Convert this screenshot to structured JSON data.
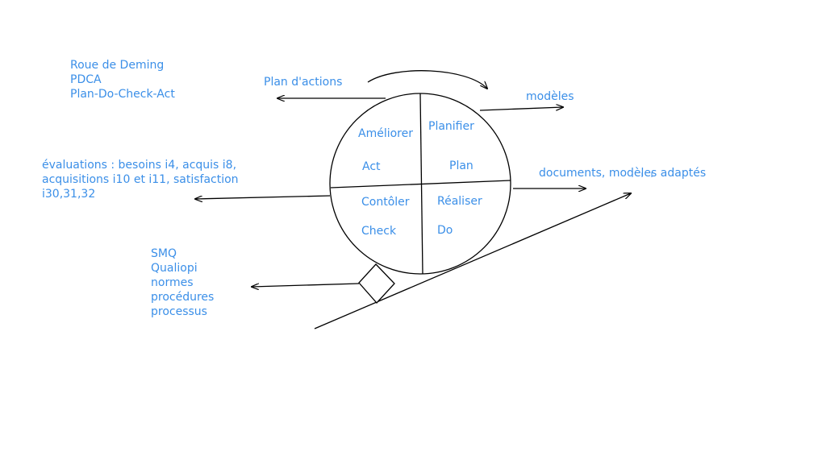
{
  "colors": {
    "text": "#3b8fe8",
    "lines": "#000000"
  },
  "title_block": [
    "Roue de Deming",
    "PDCA",
    "Plan-Do-Check-Act"
  ],
  "wheel": {
    "quadrants": {
      "top_left": {
        "fr": "Améliorer",
        "en": "Act"
      },
      "top_right": {
        "fr": "Planifier",
        "en": "Plan"
      },
      "bottom_left": {
        "fr": "Contôler",
        "en": "Check"
      },
      "bottom_right": {
        "fr": "Réaliser",
        "en": "Do"
      }
    }
  },
  "outputs": {
    "plan_actions": "Plan d'actions",
    "modeles": "modèles",
    "documents": "documents, modèles adaptés",
    "evaluations": [
      "évaluations : besoins i4, acquis i8,",
      "acquisitions i10 et i11, satisfaction",
      "i30,31,32"
    ],
    "smq": [
      "SMQ",
      "Qualiopi",
      "normes",
      "procédures",
      "processus"
    ]
  }
}
